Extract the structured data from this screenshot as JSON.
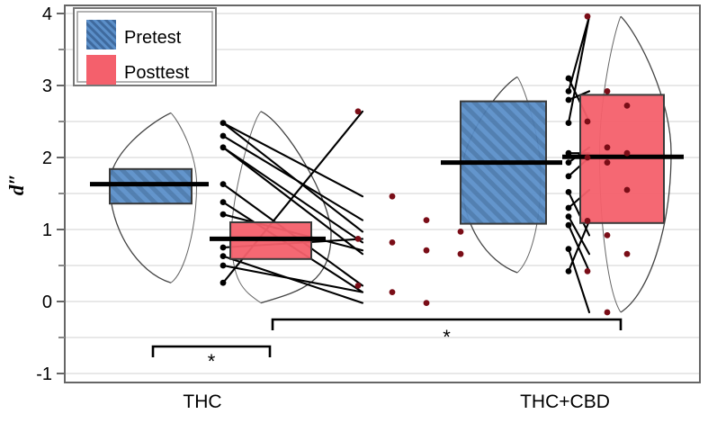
{
  "chart_data": {
    "type": "box",
    "title": "",
    "xlabel": "",
    "ylabel": "d″",
    "ylim": [
      -1.25,
      4.25
    ],
    "yticks_major": [
      4,
      3,
      2,
      1,
      0,
      -1
    ],
    "yticks_minor": [
      3.5,
      2.5,
      1.5,
      0.5,
      -0.5
    ],
    "ytick_labels": [
      "4",
      "3",
      "2",
      "1",
      "0",
      "-1"
    ],
    "grid": true,
    "grid_color": "#e8e8e8",
    "categories": [
      "THC",
      "THC+CBD"
    ],
    "legend": {
      "position": "top-left",
      "entries": [
        {
          "label": "Pretest",
          "color": "#5b8fc9",
          "hatch": "diagonal",
          "edge": "#333333"
        },
        {
          "label": "Posttest",
          "color": "#f4606c",
          "hatch": "none",
          "edge": "#333333"
        }
      ]
    },
    "series": [
      {
        "name": "Pretest",
        "group": "THC",
        "box": {
          "q1": 1.36,
          "median": 1.63,
          "q3": 1.84
        },
        "violin_min": 0.26,
        "violin_max": 2.62,
        "points": [
          2.48,
          2.3,
          2.14,
          1.63,
          1.38,
          1.21,
          0.75,
          0.63,
          0.5,
          0.26
        ]
      },
      {
        "name": "Posttest",
        "group": "THC",
        "box": {
          "q1": 0.59,
          "median": 0.87,
          "q3": 1.1
        },
        "violin_min": -0.02,
        "violin_max": 2.64,
        "points": [
          2.64,
          1.46,
          1.13,
          0.97,
          0.87,
          0.82,
          0.71,
          0.66,
          0.22,
          0.13,
          -0.02
        ]
      },
      {
        "name": "Pretest",
        "group": "THC+CBD",
        "box": {
          "q1": 1.08,
          "median": 1.93,
          "q3": 2.78
        },
        "violin_min": 0.4,
        "violin_max": 3.12,
        "points": [
          3.1,
          2.92,
          2.8,
          2.48,
          2.06,
          1.93,
          1.74,
          1.52,
          1.3,
          1.18,
          1.06,
          0.73,
          0.42
        ]
      },
      {
        "name": "Posttest",
        "group": "THC+CBD",
        "box": {
          "q1": 1.09,
          "median": 2.01,
          "q3": 2.87
        },
        "violin_min": -0.15,
        "violin_max": 3.96,
        "points": [
          3.96,
          2.92,
          2.72,
          2.5,
          2.14,
          2.06,
          2.0,
          1.93,
          1.55,
          1.12,
          0.92,
          0.66,
          0.42,
          -0.15
        ]
      }
    ],
    "paired_lines": [
      {
        "group": "THC",
        "pre": 2.48,
        "post": 1.46
      },
      {
        "group": "THC",
        "pre": 2.48,
        "post": 0.97
      },
      {
        "group": "THC",
        "pre": 2.3,
        "post": 1.13
      },
      {
        "group": "THC",
        "pre": 2.14,
        "post": 0.82
      },
      {
        "group": "THC",
        "pre": 2.14,
        "post": 0.66
      },
      {
        "group": "THC",
        "pre": 1.63,
        "post": 0.22
      },
      {
        "group": "THC",
        "pre": 1.38,
        "post": 0.13
      },
      {
        "group": "THC",
        "pre": 1.21,
        "post": 0.71
      },
      {
        "group": "THC",
        "pre": 0.75,
        "post": 0.87
      },
      {
        "group": "THC",
        "pre": 0.63,
        "post": -0.02
      },
      {
        "group": "THC",
        "pre": 0.5,
        "post": 0.13
      },
      {
        "group": "THC",
        "pre": 0.26,
        "post": 2.64
      },
      {
        "group": "THC+CBD",
        "pre": 3.1,
        "post": 2.5
      },
      {
        "group": "THC+CBD",
        "pre": 2.92,
        "post": 3.96
      },
      {
        "group": "THC+CBD",
        "pre": 2.8,
        "post": 2.92
      },
      {
        "group": "THC+CBD",
        "pre": 2.48,
        "post": 3.96
      },
      {
        "group": "THC+CBD",
        "pre": 2.06,
        "post": 2.06
      },
      {
        "group": "THC+CBD",
        "pre": 1.93,
        "post": 2.14
      },
      {
        "group": "THC+CBD",
        "pre": 1.74,
        "post": 2.0
      },
      {
        "group": "THC+CBD",
        "pre": 1.52,
        "post": 0.92
      },
      {
        "group": "THC+CBD",
        "pre": 1.3,
        "post": 1.55
      },
      {
        "group": "THC+CBD",
        "pre": 1.18,
        "post": 0.66
      },
      {
        "group": "THC+CBD",
        "pre": 1.06,
        "post": 0.42
      },
      {
        "group": "THC+CBD",
        "pre": 0.73,
        "post": -0.15
      },
      {
        "group": "THC+CBD",
        "pre": 0.42,
        "post": 1.12
      }
    ],
    "annotations": [
      {
        "id": "thc-within-bracket",
        "kind": "bracket",
        "label": "*",
        "x1": 170,
        "x2": 300,
        "y": 385,
        "tick": 12,
        "label_y": 409
      },
      {
        "id": "between-group-bracket",
        "kind": "bracket",
        "label": "*",
        "x1": 303,
        "x2": 690,
        "y": 355,
        "tick": 12,
        "label_y": 382
      }
    ]
  }
}
